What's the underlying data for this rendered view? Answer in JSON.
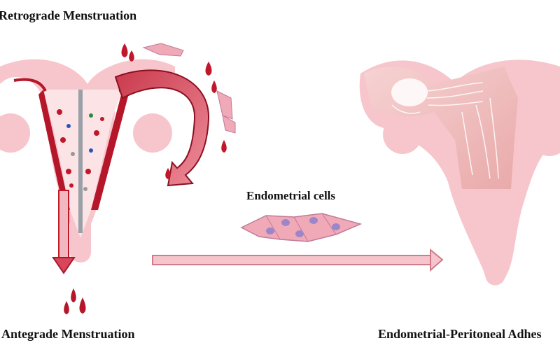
{
  "labels": {
    "retrograde": "Retrograde Menstruation",
    "antegrade": "Antegrade Menstruation",
    "endometrial_cells": "Endometrial cells",
    "adhesion": "Endometrial-Peritoneal Adhes"
  },
  "colors": {
    "uterus_pink": "#f7c6cc",
    "uterus_inner": "#fbe3e6",
    "blood_red": "#c0182a",
    "arrow_fill": "#f2b8c0",
    "arrow_red": "#d9465a",
    "cell_fill": "#f0a9b6",
    "cell_nucleus": "#9c86c9"
  }
}
